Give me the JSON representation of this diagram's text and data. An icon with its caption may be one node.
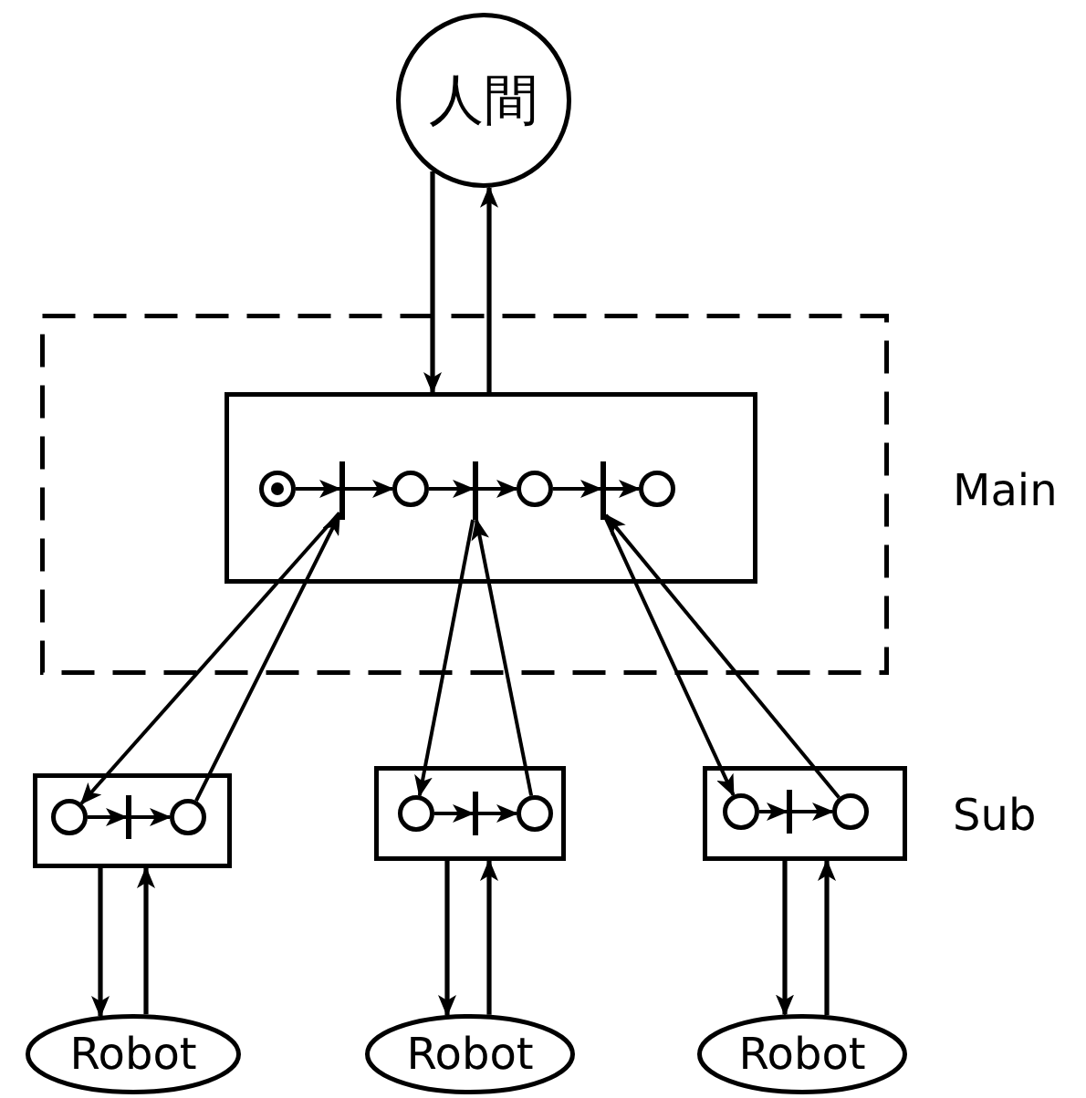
{
  "diagram": {
    "nodes": [
      {
        "text": [
          "人間"
        ]
      },
      {
        "text": [],
        "shape": "box"
      },
      {
        "text": [],
        "shape": "box",
        "in": 1
      },
      {
        "text": [],
        "shape": "circle",
        "in": 2
      },
      {
        "text": [],
        "shape": "bar",
        "in": 2
      },
      {
        "text": [],
        "shape": "circle",
        "in": 2
      },
      {
        "text": [],
        "shape": "bar",
        "in": 2
      },
      {
        "text": [],
        "shape": "circle",
        "in": 2
      },
      {
        "text": [],
        "shape": "bar",
        "in": 2
      },
      {
        "text": [],
        "shape": "circle",
        "in": 2
      },
      {
        "text": [],
        "shape": "box"
      },
      {
        "text": [],
        "shape": "circle",
        "in": 10
      },
      {
        "text": [],
        "shape": "bar",
        "in": 10
      },
      {
        "text": [],
        "shape": "circle",
        "in": 10
      },
      {
        "text": [],
        "shape": "box"
      },
      {
        "text": [],
        "shape": "circle",
        "in": 14
      },
      {
        "text": [],
        "shape": "bar",
        "in": 14
      },
      {
        "text": [],
        "shape": "circle",
        "in": 14
      },
      {
        "text": [],
        "shape": "box"
      },
      {
        "text": [],
        "shape": "circle",
        "in": 18
      },
      {
        "text": [],
        "shape": "bar",
        "in": 18
      },
      {
        "text": [],
        "shape": "circle",
        "in": 18
      },
      {
        "text": [
          "Robot"
        ]
      },
      {
        "text": [
          "Robot"
        ]
      },
      {
        "text": [
          "Robot"
        ]
      }
    ],
    "edges": [
      {
        "from": 0,
        "to": 2,
        "arrow": "to"
      },
      {
        "from": 2,
        "to": 0,
        "arrow": "to"
      },
      {
        "from": 3,
        "to": 4,
        "arrow": "to"
      },
      {
        "from": 4,
        "to": 5,
        "arrow": "to"
      },
      {
        "from": 5,
        "to": 6,
        "arrow": "to"
      },
      {
        "from": 6,
        "to": 7,
        "arrow": "to"
      },
      {
        "from": 7,
        "to": 8,
        "arrow": "to"
      },
      {
        "from": 8,
        "to": 9,
        "arrow": "to"
      },
      {
        "from": 4,
        "to": 11,
        "arrow": "to"
      },
      {
        "from": 13,
        "to": 4,
        "arrow": "to"
      },
      {
        "from": 6,
        "to": 15,
        "arrow": "to"
      },
      {
        "from": 17,
        "to": 6,
        "arrow": "to"
      },
      {
        "from": 8,
        "to": 19,
        "arrow": "to"
      },
      {
        "from": 21,
        "to": 8,
        "arrow": "to"
      },
      {
        "from": 11,
        "to": 12,
        "arrow": "to"
      },
      {
        "from": 12,
        "to": 13,
        "arrow": "to"
      },
      {
        "from": 15,
        "to": 16,
        "arrow": "to"
      },
      {
        "from": 16,
        "to": 17,
        "arrow": "to"
      },
      {
        "from": 19,
        "to": 20,
        "arrow": "to"
      },
      {
        "from": 20,
        "to": 21,
        "arrow": "to"
      },
      {
        "from": 10,
        "to": 22,
        "arrow": "to"
      },
      {
        "from": 22,
        "to": 10,
        "arrow": "to"
      },
      {
        "from": 14,
        "to": 23,
        "arrow": "to"
      },
      {
        "from": 23,
        "to": 14,
        "arrow": "to"
      },
      {
        "from": 18,
        "to": 24,
        "arrow": "to"
      },
      {
        "from": 24,
        "to": 18,
        "arrow": "to"
      }
    ],
    "labels": [
      "Main",
      "Sub"
    ]
  }
}
